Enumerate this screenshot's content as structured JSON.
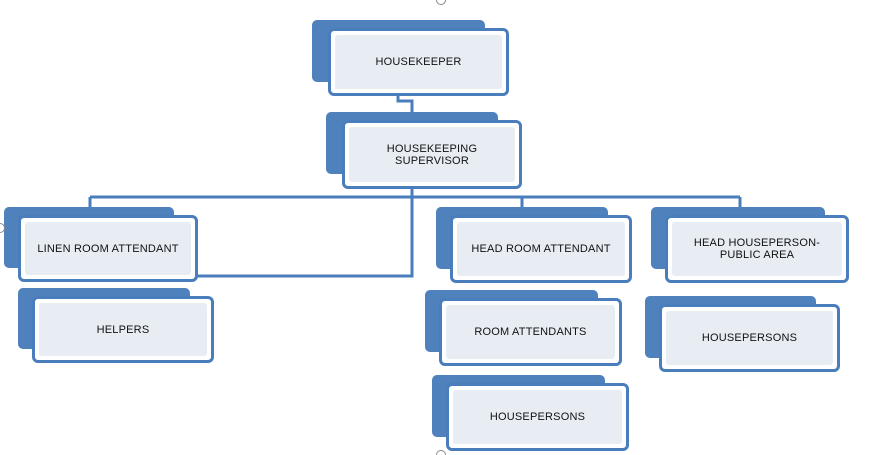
{
  "org_chart": {
    "housekeeper": "HOUSEKEEPER",
    "housekeeping_supervisor": "HOUSEKEEPING SUPERVISOR",
    "linen_room_attendant": "LINEN ROOM ATTENDANT",
    "helpers": "HELPERS",
    "head_room_attendant": "HEAD ROOM ATTENDANT",
    "room_attendants": "ROOM ATTENDANTS",
    "housepersons_rooms": "HOUSEPERSONS",
    "head_houseperson_public_area": "HEAD HOUSEPERSON- PUBLIC AREA",
    "housepersons_public": "HOUSEPERSONS"
  },
  "colors": {
    "shape_fill": "#4f81bd",
    "shape_border": "#4a7dbb",
    "inner_fill": "#e8edf4",
    "connector": "#4a7dbb"
  }
}
